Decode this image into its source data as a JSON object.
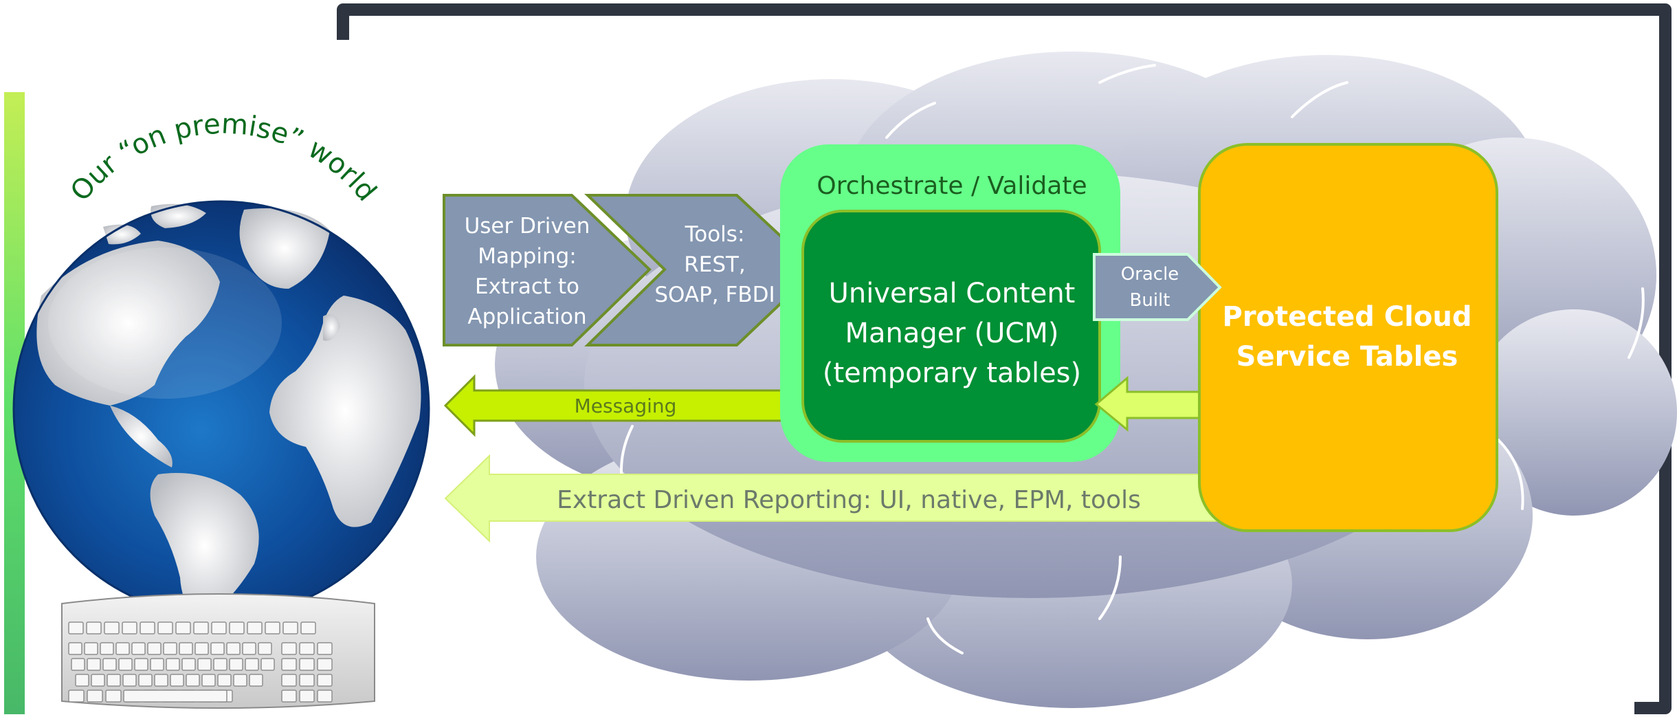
{
  "world_label": "Our “on premise” world",
  "chevron_mapping": "User Driven\nMapping:\nExtract to\nApplication",
  "chevron_tools": "Tools:\nREST,\nSOAP, FBDI",
  "orchestrate_label": "Orchestrate / Validate",
  "ucm_label": "Universal Content\nManager (UCM)\n(temporary tables)",
  "oracle_built_label": "Oracle\nBuilt",
  "protected_tables_label": "Protected Cloud\nService Tables",
  "messaging_label": "Messaging",
  "reporting_label": "Extract Driven Reporting: UI, native, EPM, tools",
  "colors": {
    "frame": "#2e3440",
    "cloud": "#c2c6d6",
    "chevron": "#8496b0",
    "orchestrate_bg": "#66ff8a",
    "ucm_bg": "#009035",
    "oracle_built": "#8496b0",
    "protected_bg": "#ffc000",
    "messaging_arrow": "#c6f000",
    "reporting_arrow": "#e4ff9c",
    "left_bar": "#66dd66",
    "ocean": "#0f4a99",
    "land": "#e9eaec"
  }
}
